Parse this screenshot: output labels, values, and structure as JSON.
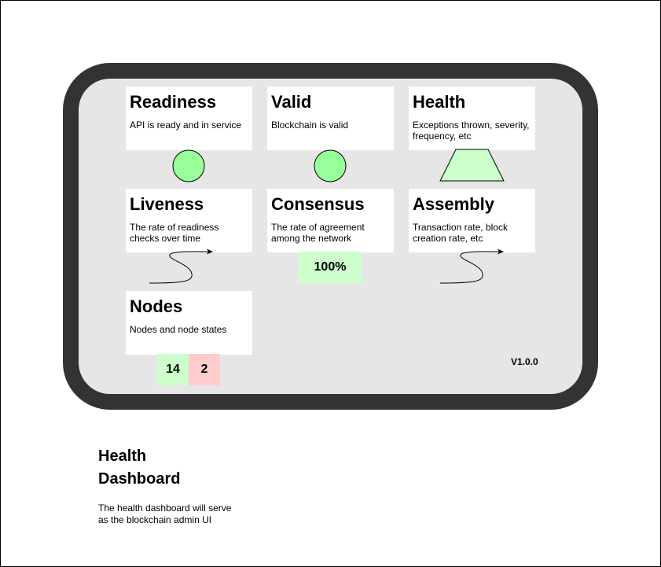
{
  "cards": {
    "readiness": {
      "title": "Readiness",
      "desc": "API is ready and in service"
    },
    "valid": {
      "title": "Valid",
      "desc": "Blockchain is valid"
    },
    "health": {
      "title": "Health",
      "desc": "Exceptions thrown, severity, frequency, etc"
    },
    "liveness": {
      "title": "Liveness",
      "desc": "The rate of readiness checks over time"
    },
    "consensus": {
      "title": "Consensus",
      "desc": "The rate of agreement among the network"
    },
    "assembly": {
      "title": "Assembly",
      "desc": "Transaction rate, block creation rate, etc"
    },
    "nodes": {
      "title": "Nodes",
      "desc": "Nodes and node states"
    }
  },
  "metrics": {
    "consensus_rate": "100%",
    "nodes_healthy": "14",
    "nodes_unhealthy": "2"
  },
  "version": "V1.0.0",
  "caption": {
    "title_line1": "Health",
    "title_line2": "Dashboard",
    "desc_line1": "The health dashboard will serve",
    "desc_line2": "as the blockchain admin UI"
  },
  "colors": {
    "device_frame": "#333333",
    "screen": "#e6e6e6",
    "card": "#ffffff",
    "status_ok": "#99ff99",
    "status_ok_light": "#ccffcc",
    "status_bad_light": "#ffcccc"
  },
  "icons": {
    "readiness_status": "green-circle",
    "valid_status": "green-circle",
    "health_indicator": "trapezoid",
    "liveness_trend": "curved-arrow",
    "assembly_trend": "curved-arrow"
  }
}
